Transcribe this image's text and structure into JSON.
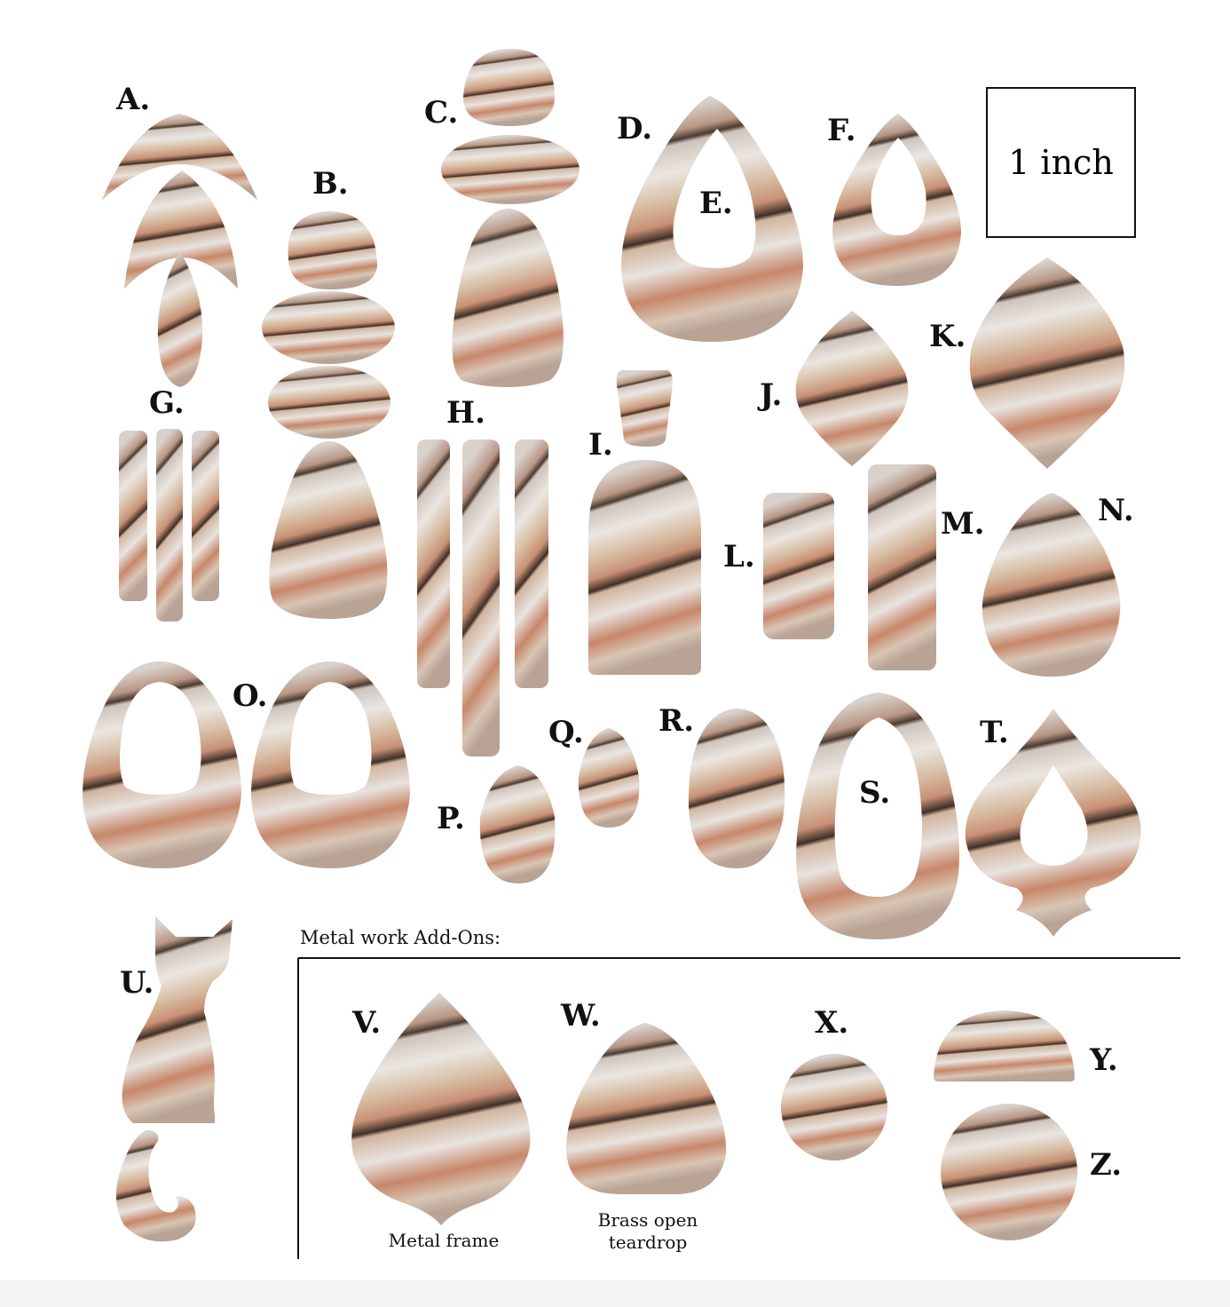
{
  "labels": {
    "A": "A.",
    "B": "B.",
    "C": "C.",
    "D": "D.",
    "E": "E.",
    "F": "F.",
    "G": "G.",
    "H": "H.",
    "I": "I.",
    "J": "J.",
    "K": "K.",
    "L": "L.",
    "M": "M.",
    "N": "N.",
    "O": "O.",
    "P": "P.",
    "Q": "Q.",
    "R": "R.",
    "S": "S.",
    "T": "T.",
    "U": "U.",
    "V": "V.",
    "W": "W.",
    "X": "X.",
    "Y": "Y.",
    "Z": "Z."
  },
  "scale_box": "1 inch",
  "metal_section": {
    "title": "Metal work Add-Ons:",
    "v_caption": "Metal frame",
    "w_caption": "Brass open teardrop"
  },
  "colors": {
    "ink": "#111111",
    "marble_light": "#ebe6e2",
    "marble_tan": "#d4b9a0",
    "marble_copper": "#c7876a",
    "marble_dark": "#3a2a20"
  }
}
